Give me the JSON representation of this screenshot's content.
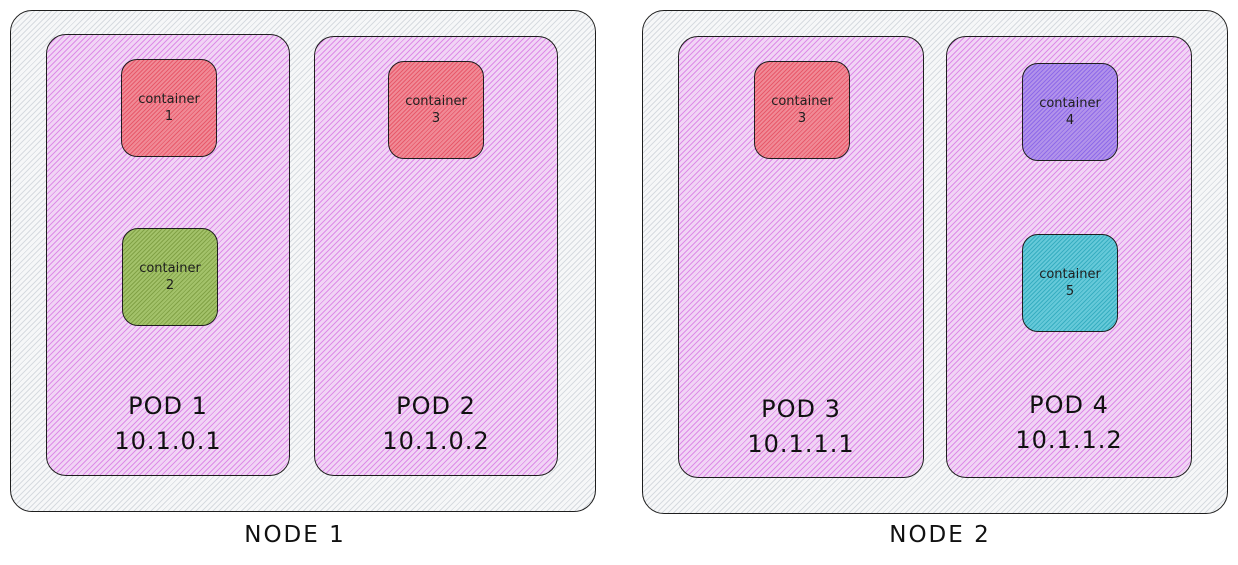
{
  "nodes": [
    {
      "label": "NODE 1",
      "pods": [
        {
          "name": "POD 1",
          "ip": "10.1.0.1",
          "containers": [
            {
              "word": "container",
              "num": "1"
            },
            {
              "word": "container",
              "num": "2"
            }
          ]
        },
        {
          "name": "POD 2",
          "ip": "10.1.0.2",
          "containers": [
            {
              "word": "container",
              "num": "3"
            }
          ]
        }
      ]
    },
    {
      "label": "NODE 2",
      "pods": [
        {
          "name": "POD 3",
          "ip": "10.1.1.1",
          "containers": [
            {
              "word": "container",
              "num": "3"
            }
          ]
        },
        {
          "name": "POD 4",
          "ip": "10.1.1.2",
          "containers": [
            {
              "word": "container",
              "num": "4"
            },
            {
              "word": "container",
              "num": "5"
            }
          ]
        }
      ]
    }
  ],
  "colors": {
    "node_fill": "#f6f7f8",
    "pod_fill": "#f1d4f5",
    "container_red": "#f08a96",
    "container_green": "#a3c26a",
    "container_purple": "#b293ea",
    "container_cyan": "#66c9d9",
    "stroke": "#1e1e1e"
  }
}
